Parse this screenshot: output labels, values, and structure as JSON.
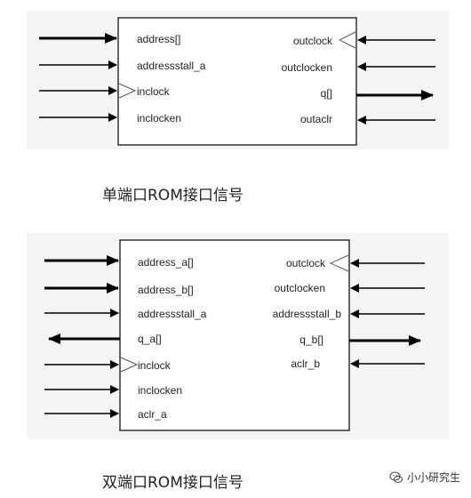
{
  "diagram1": {
    "caption": "单端口ROM接口信号",
    "left_ports": [
      "address[]",
      "addressstall_a",
      "inclock",
      "inclocken"
    ],
    "right_ports": [
      "outclock",
      "outclocken",
      "q[]",
      "outaclr"
    ]
  },
  "diagram2": {
    "caption": "双端口ROM接口信号",
    "left_ports": [
      "address_a[]",
      "address_b[]",
      "addressstall_a",
      "q_a[]",
      "inclock",
      "inclocken",
      "aclr_a"
    ],
    "right_ports": [
      "outclock",
      "outclocken",
      "addressstall_b",
      "q_b[]",
      "aclr_b"
    ]
  },
  "watermark": {
    "text": "小小研究生",
    "icon": "wechat-icon"
  }
}
